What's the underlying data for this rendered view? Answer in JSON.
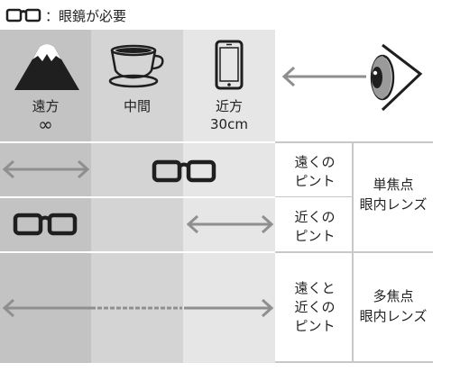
{
  "legend": {
    "icon": "glasses-icon",
    "text": "：眼鏡が必要"
  },
  "columns": [
    {
      "icon": "mountain-icon",
      "label": "遠方",
      "sub": "∞"
    },
    {
      "icon": "coffee-cup-icon",
      "label": "中間",
      "sub": ""
    },
    {
      "icon": "smartphone-icon",
      "label": "近方",
      "sub": "30cm"
    }
  ],
  "eye": {
    "icon": "eye-icon"
  },
  "rows": [
    {
      "label_lines": [
        "遠くの",
        "ピント"
      ]
    },
    {
      "label_lines": [
        "近くの",
        "ピント"
      ]
    },
    {
      "label_lines": [
        "遠くと",
        "近くの",
        "ピント"
      ]
    }
  ],
  "lens_types": [
    {
      "lines": [
        "単焦点",
        "眼内レンズ"
      ]
    },
    {
      "lines": [
        "多焦点",
        "眼内レンズ"
      ]
    }
  ],
  "colors": {
    "far": "#c3c3c3",
    "mid": "#d4d4d4",
    "near": "#e6e6e6",
    "arrow": "#8f8f8f",
    "ink": "#1f1f1f"
  }
}
